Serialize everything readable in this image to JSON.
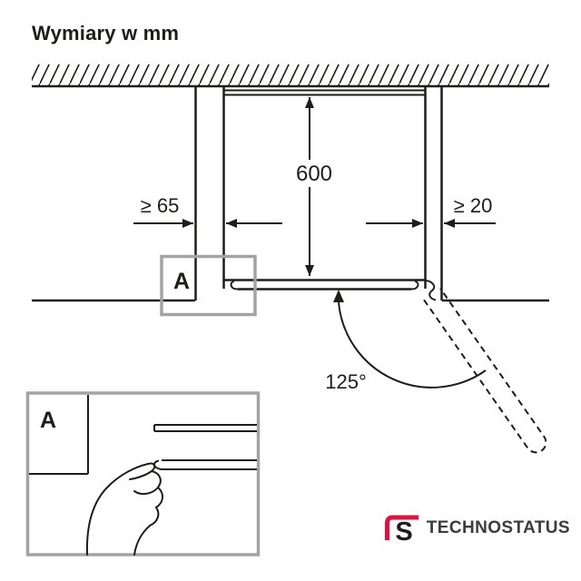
{
  "title": "Wymiary w mm",
  "dimensions": {
    "niche_height": "600",
    "left_clearance": "≥ 65",
    "right_clearance": "≥ 20",
    "door_opening_angle": "125°"
  },
  "detail_callout": {
    "marker_label": "A",
    "view_label": "A"
  },
  "branding": {
    "logo_mark_letter": "S",
    "logo_text": "TECHNOSTATUS"
  },
  "colors": {
    "line": "#1d1d1b",
    "callout_border": "#a3a3a3",
    "logo_red": "#d5173f",
    "logo_text_color": "#3c3c3c"
  }
}
